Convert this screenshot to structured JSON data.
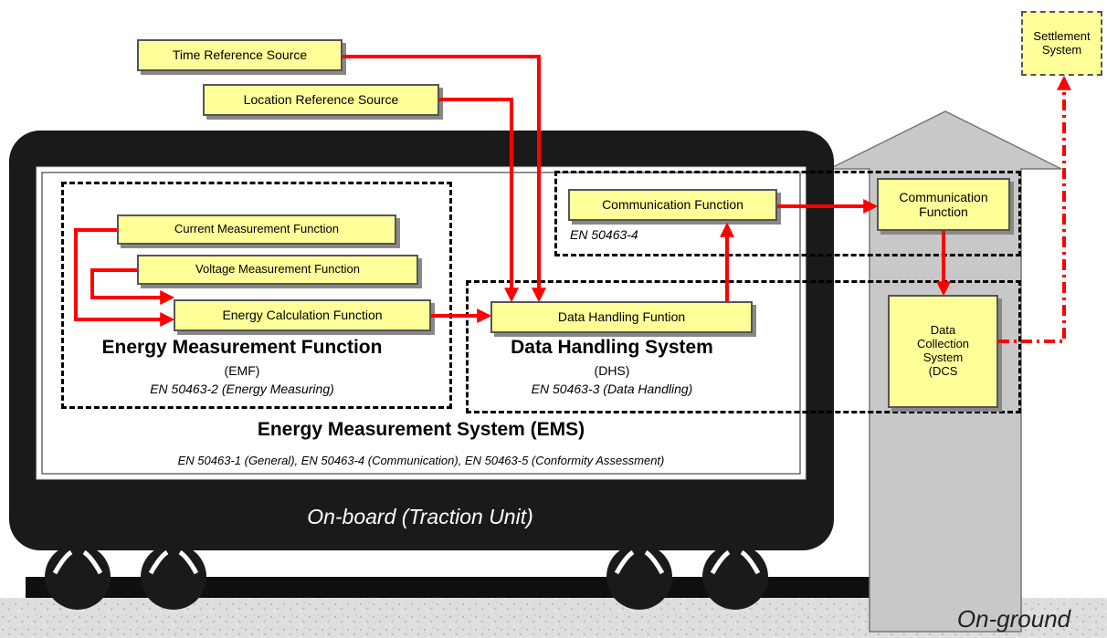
{
  "boxes": {
    "time_ref": "Time Reference Source",
    "location_ref": "Location Reference Source",
    "settlement_line1": "Settlement",
    "settlement_line2": "System",
    "current_meas": "Current Measurement Function",
    "voltage_meas": "Voltage Measurement Function",
    "energy_calc": "Energy Calculation Function",
    "data_handling": "Data Handling Funtion",
    "comm_onboard": "Communication Function",
    "comm_ground_line1": "Communication",
    "comm_ground_line2": "Function",
    "dcs_line1": "Data",
    "dcs_line2": "Collection",
    "dcs_line3": "System",
    "dcs_line4": "(DCS"
  },
  "labels": {
    "emf_title": "Energy Measurement Function",
    "emf_abbr": "(EMF)",
    "emf_std": "EN 50463-2 (Energy Measuring)",
    "dhs_title": "Data Handling System",
    "dhs_abbr": "(DHS)",
    "dhs_std": "EN 50463-3 (Data Handling)",
    "comm_std": "EN 50463-4",
    "ems_title": "Energy Measurement System (EMS)",
    "ems_std": "EN 50463-1 (General), EN 50463-4 (Communication), EN 50463-5 (Conformity Assessment)",
    "onboard": "On-board (Traction Unit)",
    "onground": "On-ground"
  },
  "colors": {
    "arrow": "#ff0000",
    "box_fill": "#ffff99",
    "vehicle": "#1a1a1a",
    "pillar": "#c8c8c8",
    "ground": "#d9d9d9"
  }
}
